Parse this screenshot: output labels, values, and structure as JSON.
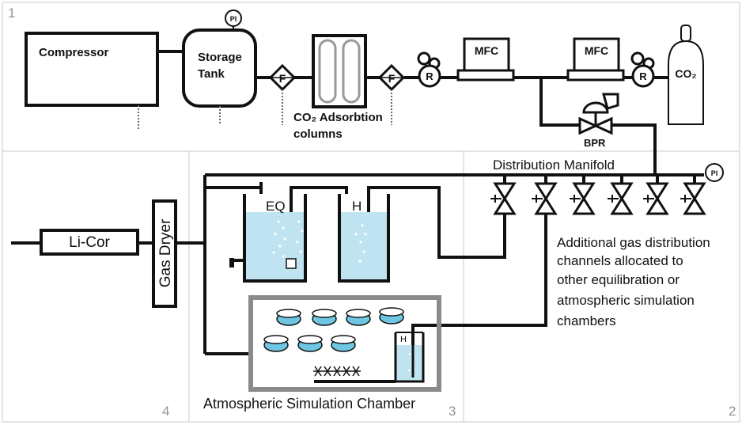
{
  "panels": {
    "p1": "1",
    "p2": "2",
    "p3": "3",
    "p4": "4"
  },
  "labels": {
    "compressor": "Compressor",
    "storage_tank_line1": "Storage",
    "storage_tank_line2": "Tank",
    "pi": "PI",
    "filter": "F",
    "co2_adsorption_line1": "CO₂ Adsorbtion",
    "co2_adsorption_line2": "columns",
    "regulator": "R",
    "mfc": "MFC",
    "co2_tank": "CO₂",
    "bpr": "BPR",
    "distribution_manifold": "Distribution Manifold",
    "eq": "EQ",
    "h": "H",
    "licor": "Li-Cor",
    "gas_dryer": "Gas Dryer",
    "atm_chamber": "Atmospheric Simulation Chamber",
    "additional": [
      "Additional gas distribution",
      "channels allocated to",
      "other equilibration or",
      "atmospheric simulation",
      "chambers"
    ]
  },
  "colors": {
    "water": "#bfe3f1",
    "dish": "#6fc6e2",
    "chamber_border": "#8a8a8a",
    "divider": "#c8c8c8",
    "panel_number": "#9a8f93"
  }
}
